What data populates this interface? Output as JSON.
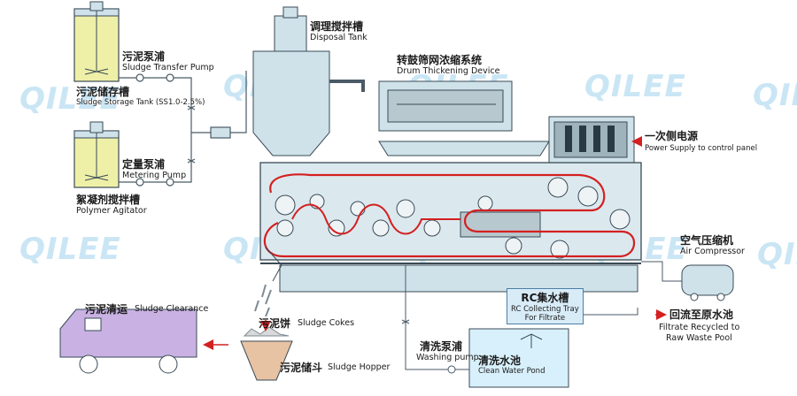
{
  "watermark": "QILEE",
  "labels": {
    "sludge_transfer_pump_zh": "污泥泵浦",
    "sludge_transfer_pump_en": "Sludge Transfer Pump",
    "sludge_storage_tank_zh": "污泥储存槽",
    "sludge_storage_tank_en": "Sludge Storage Tank (SS1.0-2.5%)",
    "metering_pump_zh": "定量泵浦",
    "metering_pump_en": "Metering Pump",
    "polymer_agitator_zh": "絮凝剂搅拌槽",
    "polymer_agitator_en": "Polymer Agitator",
    "disposal_tank_zh": "调理搅拌槽",
    "disposal_tank_en": "Disposal Tank",
    "drum_thickening_zh": "转鼓筛网浓缩系统",
    "drum_thickening_en": "Drum Thickening Device",
    "power_supply_zh": "一次侧电源",
    "power_supply_en": "Power Supply to control panel",
    "air_compressor_zh": "空气压缩机",
    "air_compressor_en": "Air Compressor",
    "rc_tray_zh": "RC集水槽",
    "rc_tray_en1": "RC Collecting Tray",
    "rc_tray_en2": "For Filtrate",
    "filtrate_recycled_zh": "回流至原水池",
    "filtrate_recycled_en1": "Filtrate Recycled to",
    "filtrate_recycled_en2": "Raw Waste Pool",
    "sludge_clearance_zh": "污泥清运",
    "sludge_clearance_en": "Sludge Clearance",
    "sludge_cokes_zh": "污泥饼",
    "sludge_cokes_en": "Sludge Cokes",
    "sludge_hopper_zh": "污泥储斗",
    "sludge_hopper_en": "Sludge Hopper",
    "washing_pump_zh": "清洗泵浦",
    "washing_pump_en": "Washing pump",
    "clean_water_pond_zh": "清洗水池",
    "clean_water_pond_en": "Clean Water Pond"
  },
  "colors": {
    "equipment_fill": "#cfe2ea",
    "equipment_stroke": "#3a4a55",
    "belt_path": "#d42020",
    "pipe": "#4a5a66",
    "water": "#d8f0fb",
    "truck": "#c9b2e3",
    "hopper": "#e7c3a4",
    "tank_liquid": "#eef0a8",
    "watermark": "#9fd3ee"
  }
}
